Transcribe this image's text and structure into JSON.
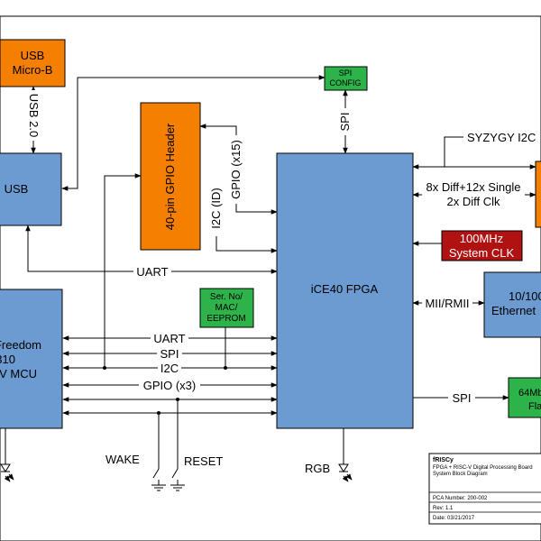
{
  "blocks": {
    "usb_micro_b": {
      "line1": "USB",
      "line2": "Micro-B",
      "color": "#f57f00"
    },
    "spi_config": {
      "line1": "SPI",
      "line2": "CONFIG",
      "color": "#2db34a"
    },
    "gpio_header": {
      "label": "40-pin GPIO Header",
      "color": "#f57f00"
    },
    "usb": {
      "label": "USB",
      "color": "#6b9bd1"
    },
    "fpga": {
      "label": "iCE40 FPGA",
      "color": "#6b9bd1"
    },
    "mcu": {
      "line1": "Freedom",
      "line2": "310",
      "line3": "V MCU",
      "color": "#6b9bd1"
    },
    "eeprom": {
      "line1": "Ser. No/",
      "line2": "MAC/",
      "line3": "EEPROM",
      "color": "#2db34a"
    },
    "clk": {
      "line1": "100MHz",
      "line2": "System CLK",
      "color": "#b01111"
    },
    "ethernet": {
      "line1": "10/100",
      "line2": "Ethernet",
      "color": "#6b9bd1"
    },
    "flash": {
      "line1": "64Mb",
      "line2": "Fla",
      "color": "#2db34a"
    },
    "syzygy": {
      "color": "#f57f00"
    }
  },
  "labels": {
    "usb20": "USB 2.0",
    "spi_v": "SPI",
    "gpio_x15": "GPIO (x15)",
    "i2c_id": "I2C (ID)",
    "syzygy_i2c": "SYZYGY I2C",
    "diff1": "8x Diff+12x Single",
    "diff2": "2x Diff Clk",
    "uart_top": "UART",
    "mii": "MII/RMII",
    "bus_uart": "UART",
    "bus_spi": "SPI",
    "bus_i2c": "I2C",
    "bus_gpio": "GPIO (x3)",
    "flash_spi": "SPI",
    "wake": "WAKE",
    "reset": "RESET",
    "rgb": "RGB"
  },
  "title_block": {
    "title": "fRISCy",
    "line1": "FPGA + RISC-V Digital Processing Board",
    "line2": "System Block Diagram",
    "pca": "PCA Number: 200-002",
    "rev": "Rev: 1.1",
    "date": "Date: 03/21/2017"
  }
}
